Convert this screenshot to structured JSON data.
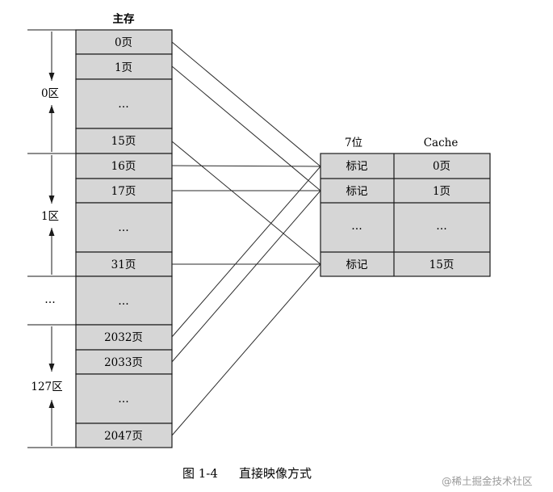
{
  "main_memory": {
    "title": "主存",
    "cells": [
      "0页",
      "1页",
      "…",
      "15页",
      "16页",
      "17页",
      "…",
      "31页",
      "…",
      "2032页",
      "2033页",
      "…",
      "2047页"
    ]
  },
  "zones": [
    {
      "label": "0区"
    },
    {
      "label": "1区"
    },
    {
      "label": "…"
    },
    {
      "label": "127区"
    }
  ],
  "cache": {
    "tag_header": "7位",
    "data_header": "Cache",
    "rows": [
      {
        "tag": "标记",
        "page": "0页"
      },
      {
        "tag": "标记",
        "page": "1页"
      },
      {
        "tag": "…",
        "page": "…"
      },
      {
        "tag": "标记",
        "page": "15页"
      }
    ]
  },
  "caption": {
    "number": "图 1-4",
    "text": "直接映像方式"
  },
  "watermark": "@稀土掘金技术社区",
  "colors": {
    "cell_fill": "#d6d6d6",
    "border": "#1a1a1a",
    "line": "#2a2a2a"
  }
}
